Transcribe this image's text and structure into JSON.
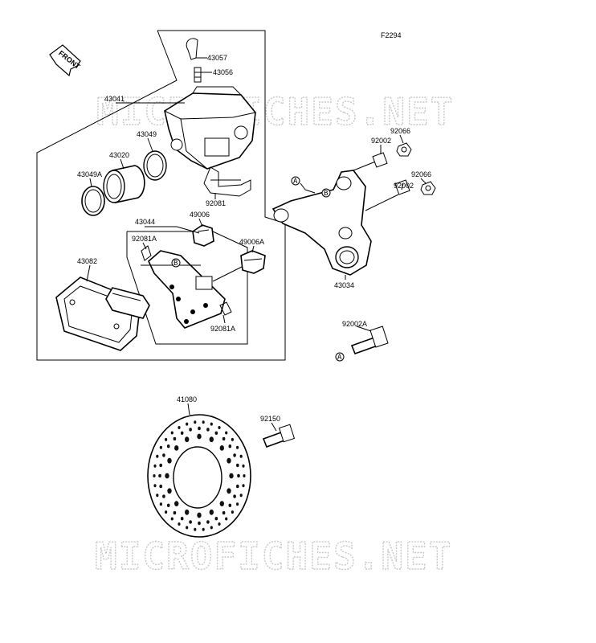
{
  "figure_code": "F2294",
  "front_arrow_label": "FRONT",
  "watermark_top": "MICROFICHES.NET",
  "watermark_bottom": "MICROFICHES.NET",
  "ref_a_top": "A",
  "ref_a_bolt": "A",
  "ref_b_bracket": "B",
  "ref_b_holder": "B",
  "parts": {
    "p43057": "43057",
    "p43056": "43056",
    "p43041": "43041",
    "p43049": "43049",
    "p43020": "43020",
    "p43049A": "43049A",
    "p92081": "92081",
    "p43044": "43044",
    "p49006": "49006",
    "p92081A_top": "92081A",
    "p49006A": "49006A",
    "p43082": "43082",
    "p92081A_bot": "92081A",
    "p92066_top": "92066",
    "p92002_top": "92002",
    "p92066_mid": "92066",
    "p92002_mid": "92002",
    "p43034": "43034",
    "p92002A": "92002A",
    "p41080": "41080",
    "p92150": "92150"
  }
}
